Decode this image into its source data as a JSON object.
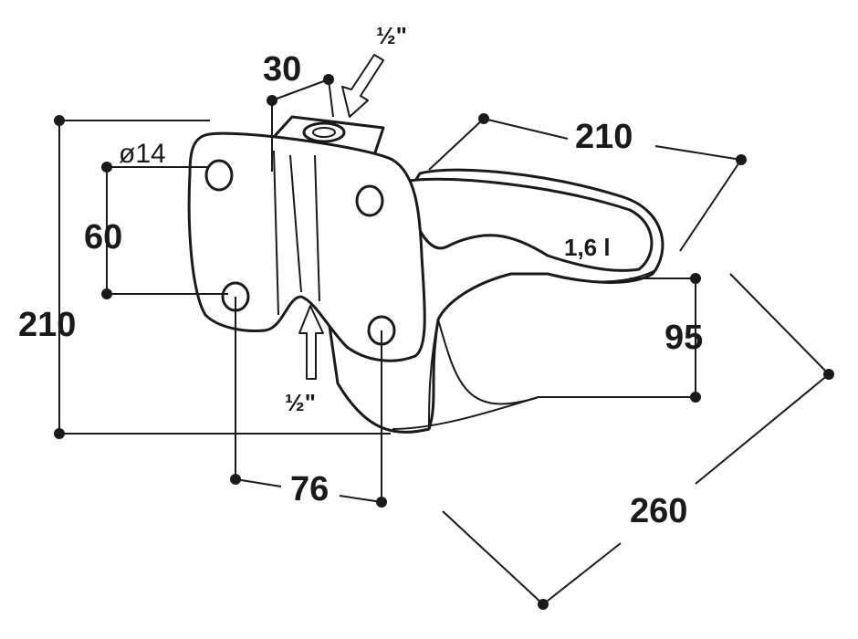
{
  "dimensions": {
    "top_width": "30",
    "inlet_top": "½\"",
    "bowl_length": "210",
    "hole_diameter": "ø14",
    "hole_spacing_vertical": "60",
    "total_height": "210",
    "volume": "1,6 l",
    "bowl_depth": "95",
    "inlet_bottom": "½\"",
    "hole_spacing_horizontal": "76",
    "total_depth": "260"
  }
}
